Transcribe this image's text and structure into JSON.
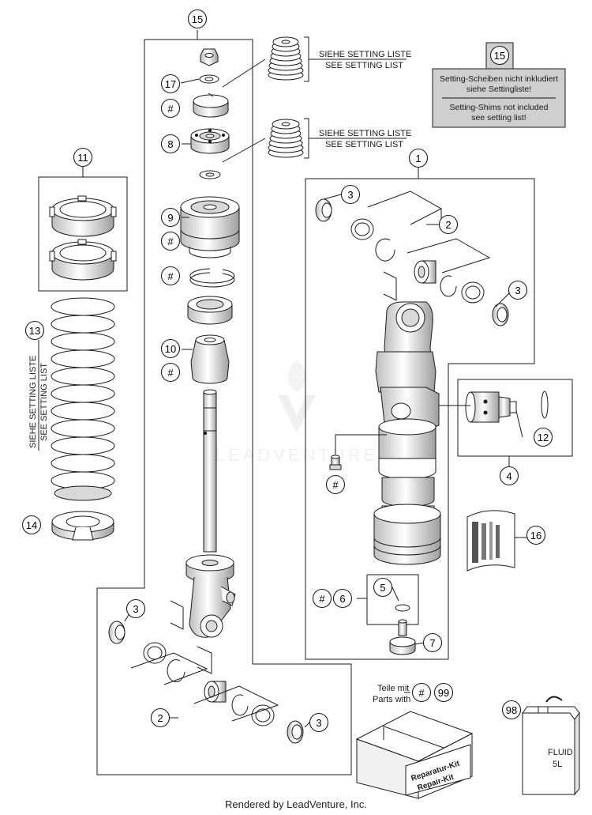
{
  "callouts": {
    "c15_top": "15",
    "c17": "17",
    "c_hash_a": "#",
    "c8": "8",
    "c9": "9",
    "c_hash_b": "#",
    "c_hash_c": "#",
    "c10": "10",
    "c_hash_d": "#",
    "c11": "11",
    "c13": "13",
    "c14": "14",
    "c1": "1",
    "c3_a": "3",
    "c2_a": "2",
    "c3_b": "3",
    "c12": "12",
    "c_hash_e": "#",
    "c4": "4",
    "c16": "16",
    "c5": "5",
    "c_hash_f": "#",
    "c6": "6",
    "c7": "7",
    "c3_c": "3",
    "c2_b": "2",
    "c3_d": "3",
    "c15_note": "15",
    "c_hash_g": "#",
    "c99": "99",
    "c98": "98"
  },
  "labels": {
    "siehe_setting_liste": "SIEHE SETTING LISTE",
    "see_setting_list": "SEE SETTING LIST",
    "note_de_1": "Setting-Scheiben nicht inkludiert",
    "note_de_2": "siehe Settingliste!",
    "note_en_1": "Setting-Shims not included",
    "note_en_2": "see setting list!",
    "teile_mit": "Teile mit",
    "parts_with": "Parts with",
    "box_de": "Reparatur-Kit",
    "box_en": "Repair-Kit",
    "can_text_1": "FLUID",
    "can_text_2": "5L",
    "watermark": "LEADVENTURE",
    "footer": "Rendered by LeadVenture, Inc."
  },
  "colors": {
    "line": "#1a1a1a",
    "note_bg": "#cfcfcf",
    "part_fill": "#ffffff",
    "part_shade": "#d9d9d9",
    "watermark": "#e8e8e8"
  }
}
